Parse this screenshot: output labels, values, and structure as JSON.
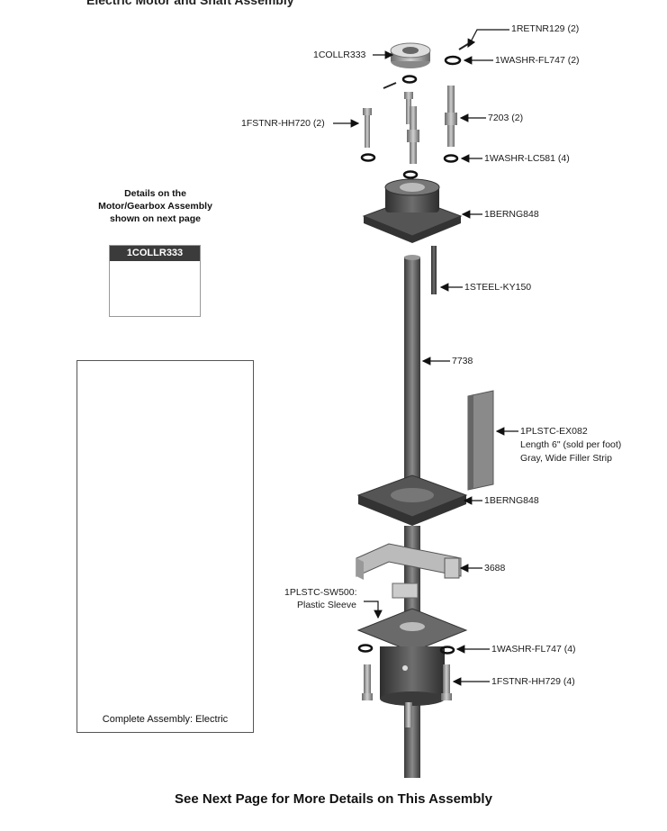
{
  "header_cut": "Electric Motor and Shaft Assembly",
  "details_note": [
    "Details on the",
    "Motor/Gearbox Assembly",
    "shown on next page"
  ],
  "collar_box_title": "1COLLR333",
  "inset_caption": "Complete Assembly: Electric",
  "footer": "See Next Page for More Details on This Assembly",
  "parts": {
    "retnr": "1RETNR129 (2)",
    "collr": "1COLLR333",
    "washr_fl_top": "1WASHR-FL747 (2)",
    "fstnr_hh720": "1FSTNR-HH720 (2)",
    "p7203": "7203 (2)",
    "washr_lc": "1WASHR-LC581 (4)",
    "berng_top": "1BERNG848",
    "steel_ky": "1STEEL-KY150",
    "p7738": "7738",
    "plstc_ex_1": "1PLSTC-EX082",
    "plstc_ex_2": "Length 6\" (sold per foot)",
    "plstc_ex_3": "Gray, Wide Filler Strip",
    "berng_bottom": "1BERNG848",
    "p3688": "3688",
    "plstc_sw_1": "1PLSTC-SW500:",
    "plstc_sw_2": "Plastic Sleeve",
    "washr_fl_bottom": "1WASHR-FL747 (4)",
    "fstnr_hh729": "1FSTNR-HH729 (4)"
  }
}
